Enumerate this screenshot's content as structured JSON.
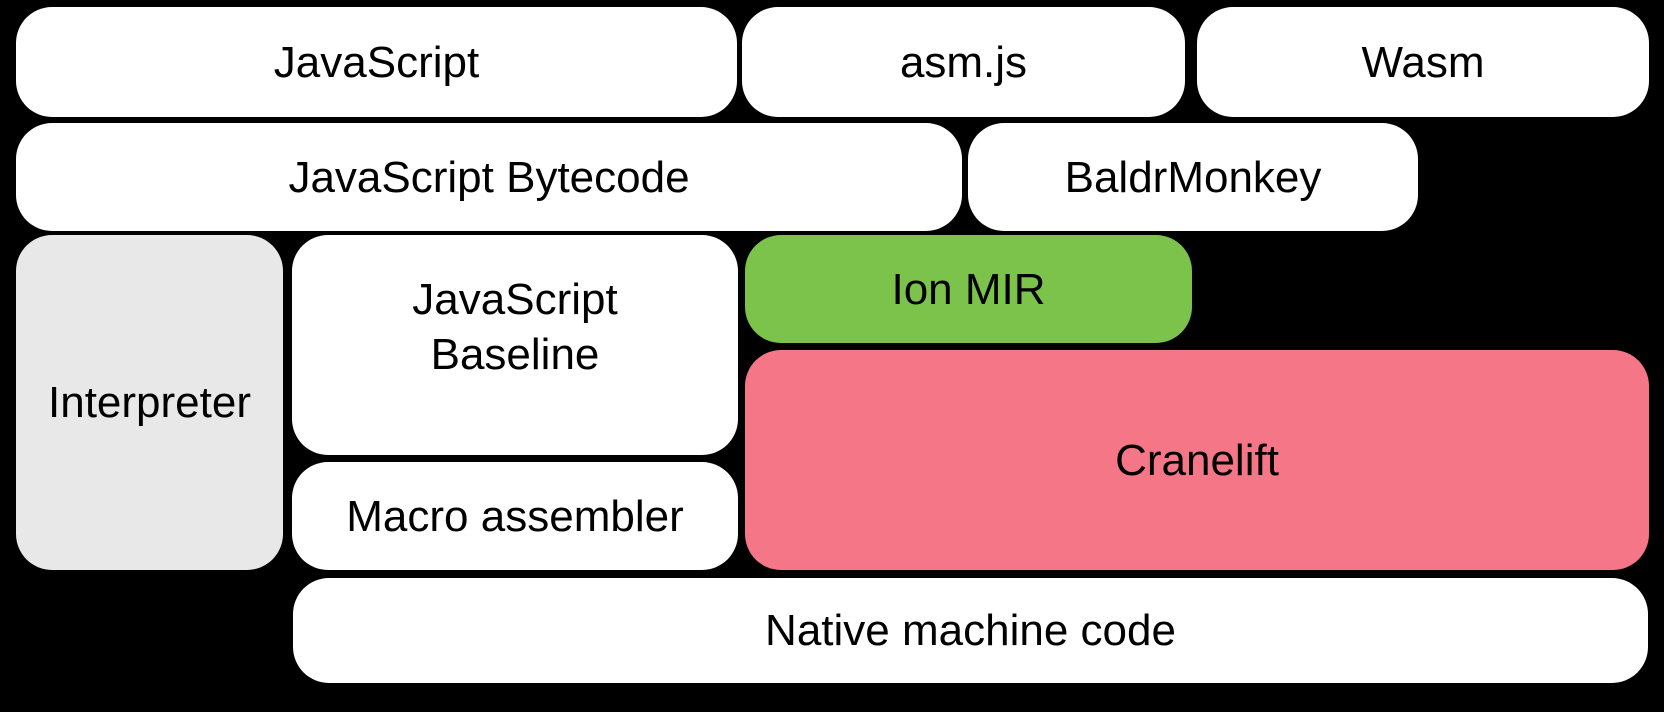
{
  "diagram": {
    "background": "#000000",
    "text_color": "#000000",
    "palette": {
      "box_white": "#ffffff",
      "box_gray": "#e8e8e8",
      "box_green": "#7cc34b",
      "box_pink": "#f57687"
    },
    "nodes": {
      "javascript": {
        "label": "JavaScript",
        "fill": "#ffffff"
      },
      "asmjs": {
        "label": "asm.js",
        "fill": "#ffffff"
      },
      "wasm": {
        "label": "Wasm",
        "fill": "#ffffff"
      },
      "javascript_bytecode": {
        "label": "JavaScript Bytecode",
        "fill": "#ffffff"
      },
      "baldrmonkey": {
        "label": "BaldrMonkey",
        "fill": "#ffffff"
      },
      "interpreter": {
        "label": "Interpreter",
        "fill": "#e8e8e8"
      },
      "javascript_baseline": {
        "label": "JavaScript Baseline",
        "fill": "#ffffff"
      },
      "ion_mir": {
        "label": "Ion MIR",
        "fill": "#7cc34b"
      },
      "cranelift": {
        "label": "Cranelift",
        "fill": "#f57687"
      },
      "macro_assembler": {
        "label": "Macro assembler",
        "fill": "#ffffff"
      },
      "native_machine_code": {
        "label": "Native machine code",
        "fill": "#ffffff"
      }
    }
  }
}
